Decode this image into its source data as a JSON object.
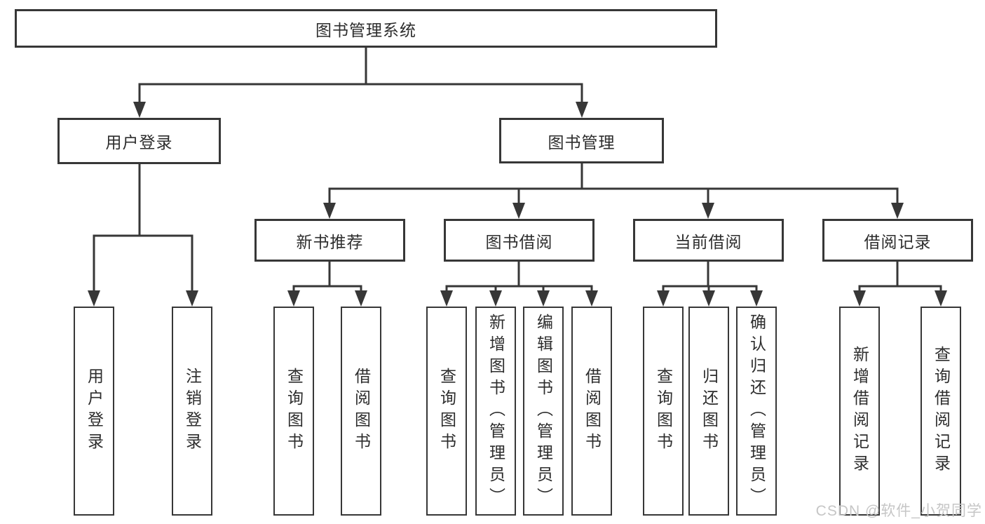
{
  "tree": {
    "label": "图书管理系统",
    "children": [
      {
        "label": "用户登录",
        "children": [
          {
            "label": "用户登录"
          },
          {
            "label": "注销登录"
          }
        ]
      },
      {
        "label": "图书管理",
        "children": [
          {
            "label": "新书推荐",
            "children": [
              {
                "label": "查询图书"
              },
              {
                "label": "借阅图书"
              }
            ]
          },
          {
            "label": "图书借阅",
            "children": [
              {
                "label": "查询图书"
              },
              {
                "label": "新增图书（管理员）"
              },
              {
                "label": "编辑图书（管理员）"
              },
              {
                "label": "借阅图书"
              }
            ]
          },
          {
            "label": "当前借阅",
            "children": [
              {
                "label": "查询图书"
              },
              {
                "label": "归还图书"
              },
              {
                "label": "确认归还（管理员）"
              }
            ]
          },
          {
            "label": "借阅记录",
            "children": [
              {
                "label": "新增借阅记录"
              },
              {
                "label": "查询借阅记录"
              }
            ]
          }
        ]
      }
    ]
  },
  "watermark": "CSDN @软件_小贺同学",
  "colors": {
    "line": "#373737",
    "border": "#373737",
    "text": "#2d2d2d",
    "watermark": "#c6c6c6",
    "background": "#ffffff"
  }
}
